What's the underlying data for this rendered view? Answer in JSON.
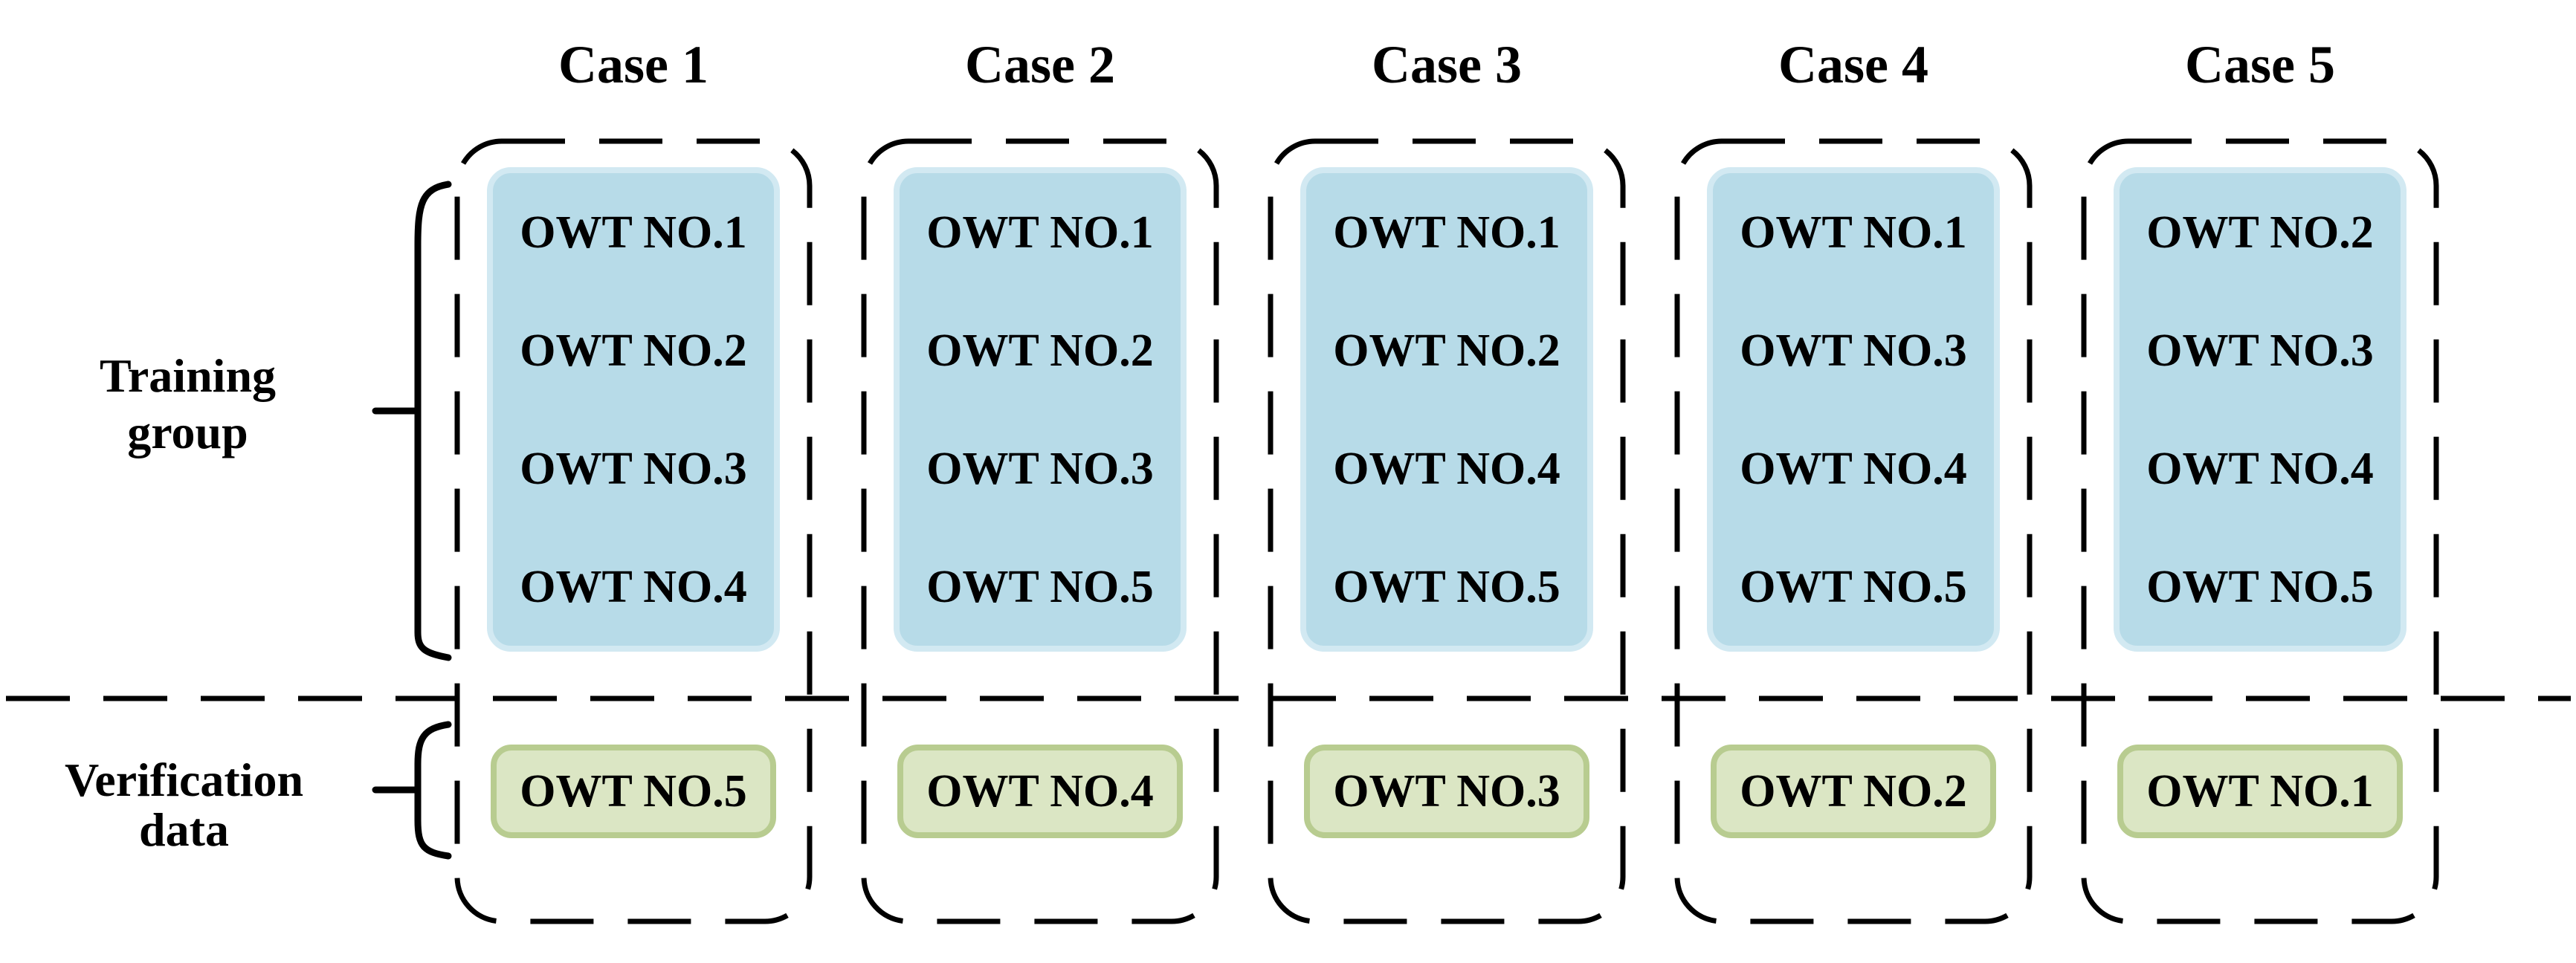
{
  "labels": {
    "training_line1": "Training",
    "training_line2": "group",
    "verification_line1": "Verification",
    "verification_line2": "data"
  },
  "cases": [
    {
      "title": "Case 1",
      "training": [
        "OWT NO.1",
        "OWT NO.2",
        "OWT NO.3",
        "OWT NO.4"
      ],
      "verification": "OWT NO.5"
    },
    {
      "title": "Case 2",
      "training": [
        "OWT NO.1",
        "OWT NO.2",
        "OWT NO.3",
        "OWT NO.5"
      ],
      "verification": "OWT NO.4"
    },
    {
      "title": "Case 3",
      "training": [
        "OWT NO.1",
        "OWT NO.2",
        "OWT NO.4",
        "OWT NO.5"
      ],
      "verification": "OWT NO.3"
    },
    {
      "title": "Case 4",
      "training": [
        "OWT NO.1",
        "OWT NO.3",
        "OWT NO.4",
        "OWT NO.5"
      ],
      "verification": "OWT NO.2"
    },
    {
      "title": "Case 5",
      "training": [
        "OWT NO.2",
        "OWT NO.3",
        "OWT NO.4",
        "OWT NO.5"
      ],
      "verification": "OWT NO.1"
    }
  ],
  "colors": {
    "training_box_fill": "#b7dbe8",
    "training_box_border": "#d2e9f2",
    "verification_box_fill": "#dbe6c4",
    "verification_box_border": "#b8cc90",
    "line": "#000000",
    "background": "#ffffff",
    "text": "#000000"
  }
}
